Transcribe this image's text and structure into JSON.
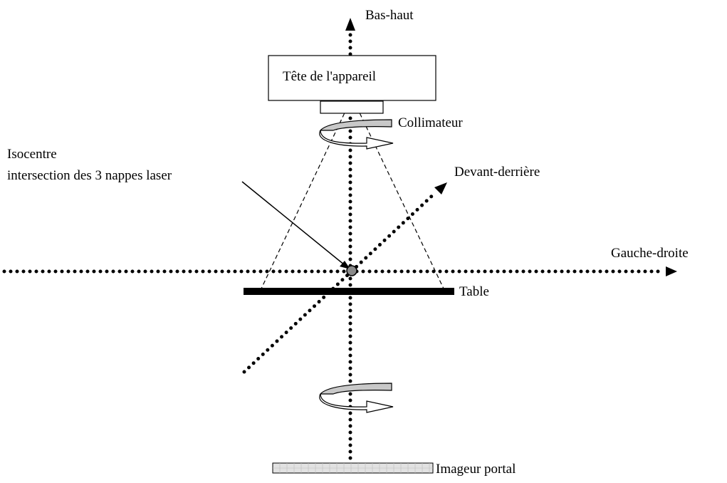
{
  "labels": {
    "bas_haut": "Bas-haut",
    "tete": "Tête de l'appareil",
    "collimateur": "Collimateur",
    "isocentre_line1": "Isocentre",
    "isocentre_line2": "intersection des 3 nappes laser",
    "devant_derriere": "Devant-derrière",
    "gauche_droite": "Gauche-droite",
    "table": "Table",
    "imageur": "Imageur portal"
  },
  "colors": {
    "ink": "#000000",
    "rotation_fill": "#c8c8c8",
    "imager_fill": "#e2e2e2",
    "isocenter_fill": "#8a8a8a"
  }
}
